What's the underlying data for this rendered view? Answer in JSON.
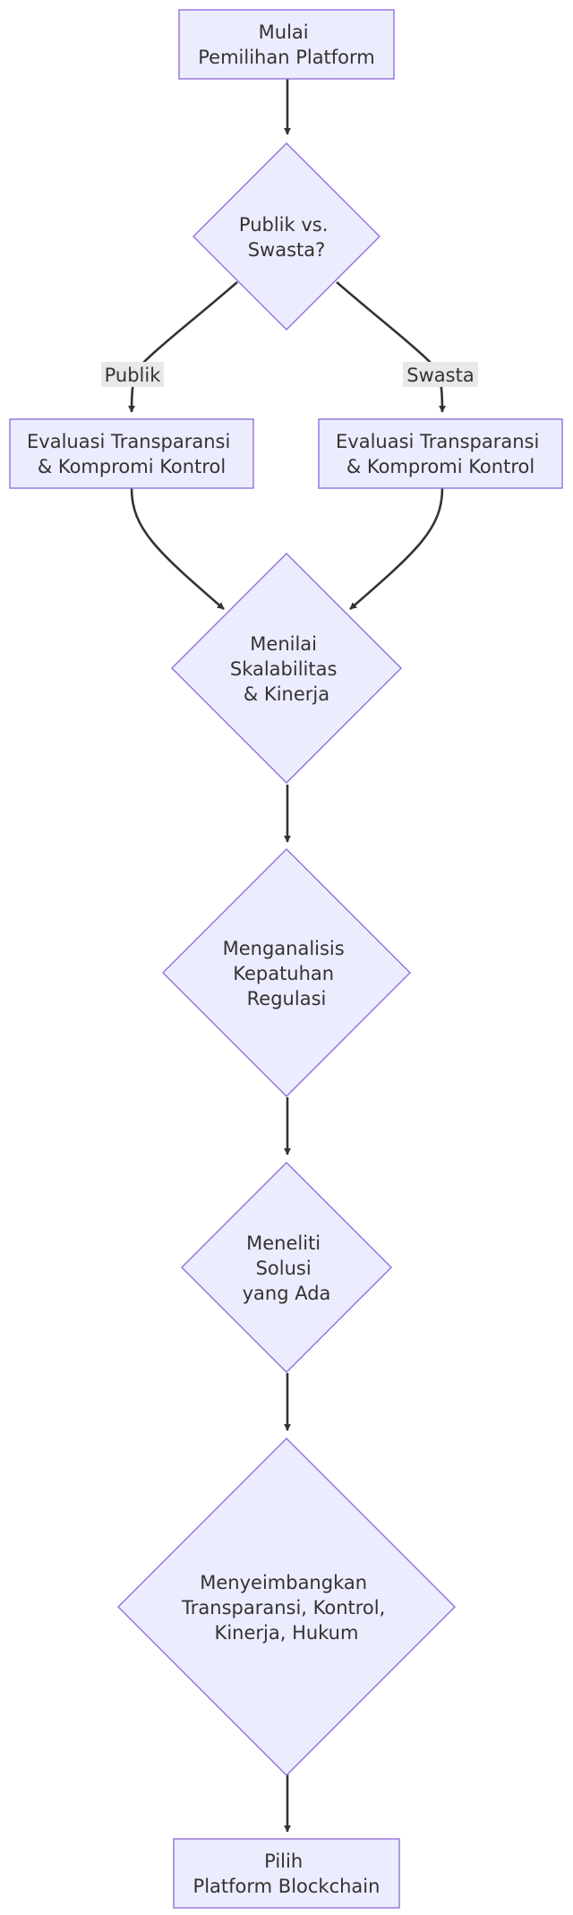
{
  "diagram": {
    "nodes": {
      "start": {
        "lines": [
          "Mulai",
          "Pemilihan Platform"
        ]
      },
      "decision": {
        "lines": [
          "Publik vs.",
          "Swasta?"
        ]
      },
      "eval_public": {
        "lines": [
          "Evaluasi Transparansi",
          "& Kompromi Kontrol"
        ]
      },
      "eval_private": {
        "lines": [
          "Evaluasi Transparansi",
          "& Kompromi Kontrol"
        ]
      },
      "scalability": {
        "lines": [
          "Menilai",
          "Skalabilitas",
          "& Kinerja"
        ]
      },
      "compliance": {
        "lines": [
          "Menganalisis",
          "Kepatuhan",
          "Regulasi"
        ]
      },
      "research": {
        "lines": [
          "Meneliti",
          "Solusi",
          "yang Ada"
        ]
      },
      "balance": {
        "lines": [
          "Menyeimbangkan",
          "Transparansi, Kontrol,",
          "Kinerja, Hukum"
        ]
      },
      "choose": {
        "lines": [
          "Pilih",
          "Platform Blockchain"
        ]
      }
    },
    "edge_labels": {
      "public": "Publik",
      "private": "Swasta"
    },
    "colors": {
      "node_fill": "#ececff",
      "node_stroke": "#9370db",
      "edge": "#333333",
      "label_bg": "#e8e8e8",
      "text": "#333333"
    }
  }
}
